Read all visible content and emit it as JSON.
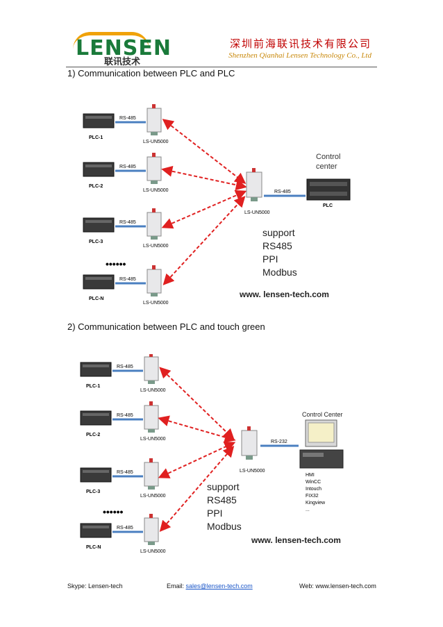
{
  "header": {
    "logo_text": "LENSEN",
    "logo_sub": "联讯技术",
    "company_cn": "深圳前海联讯技术有限公司",
    "company_en": "Shenzhen Qianhai Lensen Technology Co., Ltd"
  },
  "section1": {
    "title": "1) Communication between PLC and PLC",
    "plcs": [
      "PLC-1",
      "PLC-2",
      "PLC-3",
      "PLC-N"
    ],
    "link_label": "RS-485",
    "device_label": "LS-UN5000",
    "dots": "••••••",
    "center_title_line1": "Control",
    "center_title_line2": "center",
    "center_device": "PLC",
    "center_link": "RS-485",
    "center_module": "LS-UN5000",
    "support": [
      "support",
      "RS485",
      "PPI",
      "Modbus"
    ],
    "url": "www. lensen-tech.com"
  },
  "section2": {
    "title": "2) Communication between PLC and touch green",
    "plcs": [
      "PLC-1",
      "PLC-2",
      "PLC-3",
      "PLC-N"
    ],
    "link_label": "RS-485",
    "device_label": "LS-UN5000",
    "dots": "••••••",
    "center_title": "Control Center",
    "center_link": "RS-232",
    "center_module": "LS-UN5000",
    "software": [
      "HMI",
      "WinCC",
      "Intouch",
      "FIX32",
      "Kingview",
      "..."
    ],
    "support": [
      "support",
      "RS485",
      "PPI",
      "Modbus"
    ],
    "url": "www. lensen-tech.com"
  },
  "footer": {
    "skype": "Skype: Lensen-tech",
    "email_label": "Email:",
    "email": "sales@lensen-tech.com",
    "web": "Web: www.lensen-tech.com"
  }
}
